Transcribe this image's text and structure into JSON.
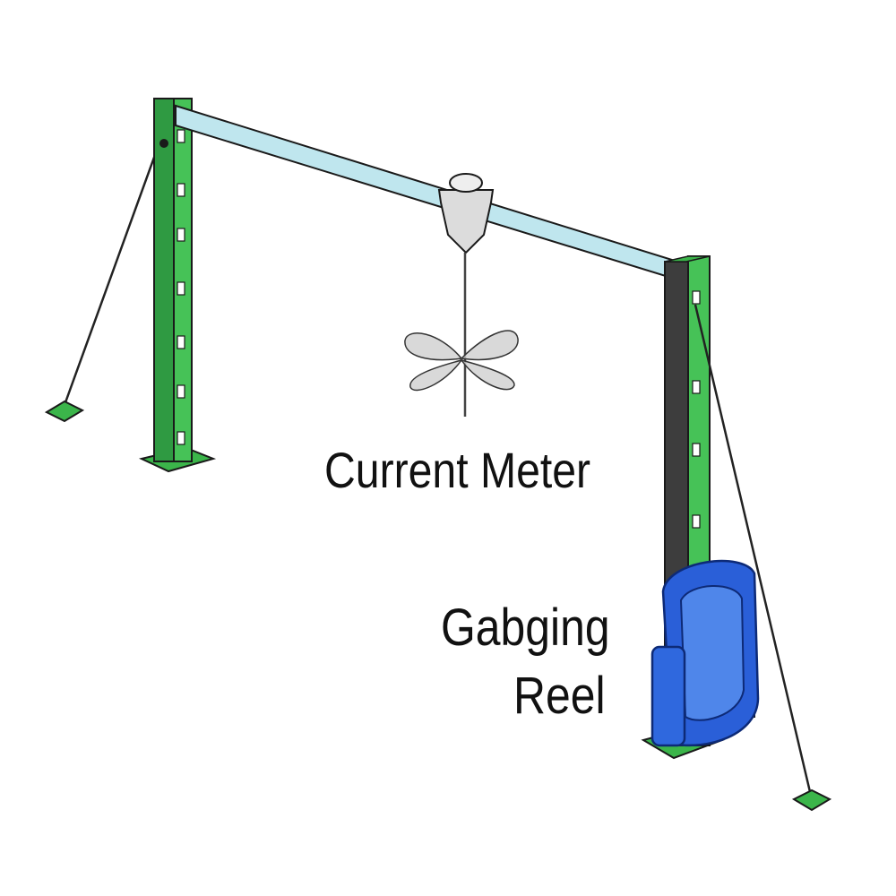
{
  "labels": {
    "current_meter": "Current Meter",
    "reel_line1": "Gabging",
    "reel_line2": "Reel"
  },
  "colors": {
    "post": "#3bb54a",
    "post_dark": "#23863a",
    "crossbar": "#bfe6ee",
    "reel": "#2a5fd8",
    "meter": "#d9d9d9",
    "outline": "#1a1a1a"
  }
}
